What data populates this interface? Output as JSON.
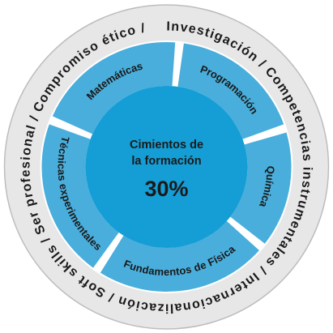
{
  "colors": {
    "outer_ring_fill": "#e7e7e7",
    "outer_ring_stroke": "#bdbdbd",
    "segment_fill": "#49aedc",
    "segment_gap": "#ffffff",
    "center_fill": "#159ed5",
    "ring_text": "#1a1a1a",
    "segment_text": "#1a1a1a",
    "center_text": "#1a1a1a"
  },
  "center": {
    "title_line1": "Cimientos de",
    "title_line2": "la formación",
    "percentage": "30%"
  },
  "segments": [
    "Programación",
    "Química",
    "Fundamentos de Física",
    "Técnicas experimentales",
    "Matemáticas"
  ],
  "outer_ring": {
    "text": "Investigación  /  Competencias instrumentales  /  Internacionalización  /  Soft skills  /  Ser profesional  /  Compromiso ético  /"
  }
}
